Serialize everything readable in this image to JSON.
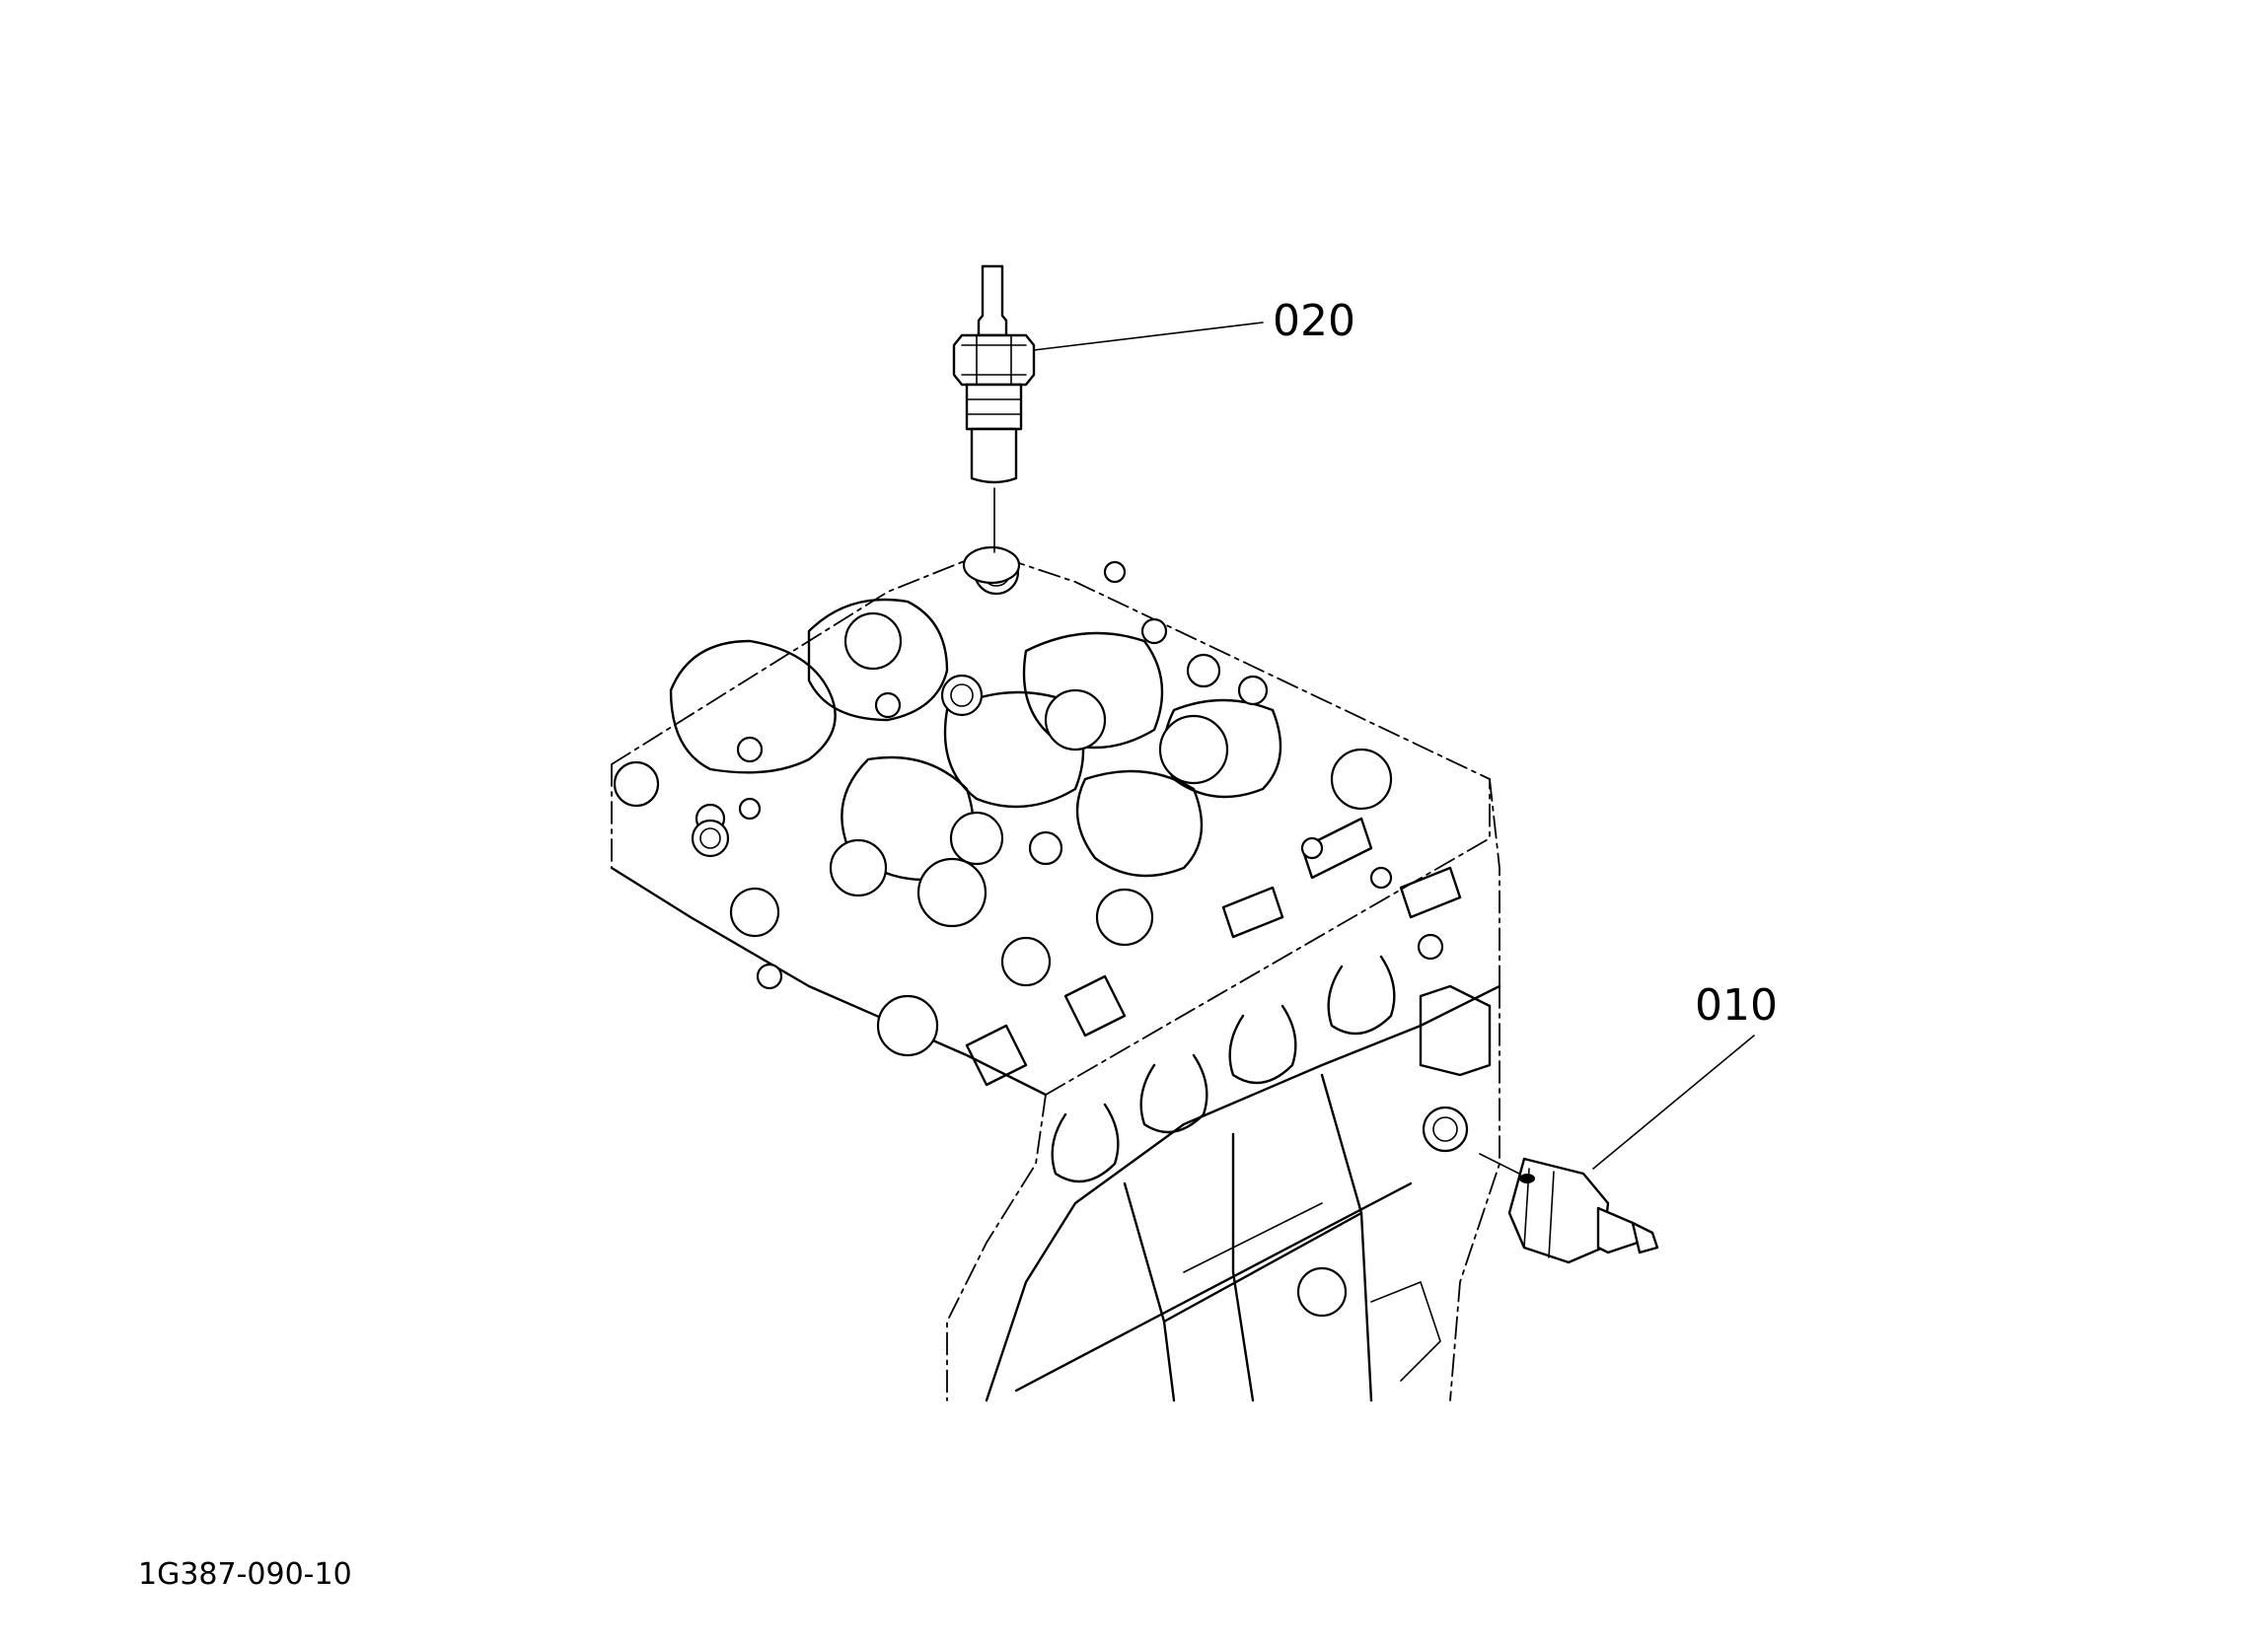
{
  "callouts": [
    {
      "label": "020",
      "part": "sensor"
    },
    {
      "label": "010",
      "part": "switch"
    }
  ],
  "drawing_id": "1G387-090-10"
}
